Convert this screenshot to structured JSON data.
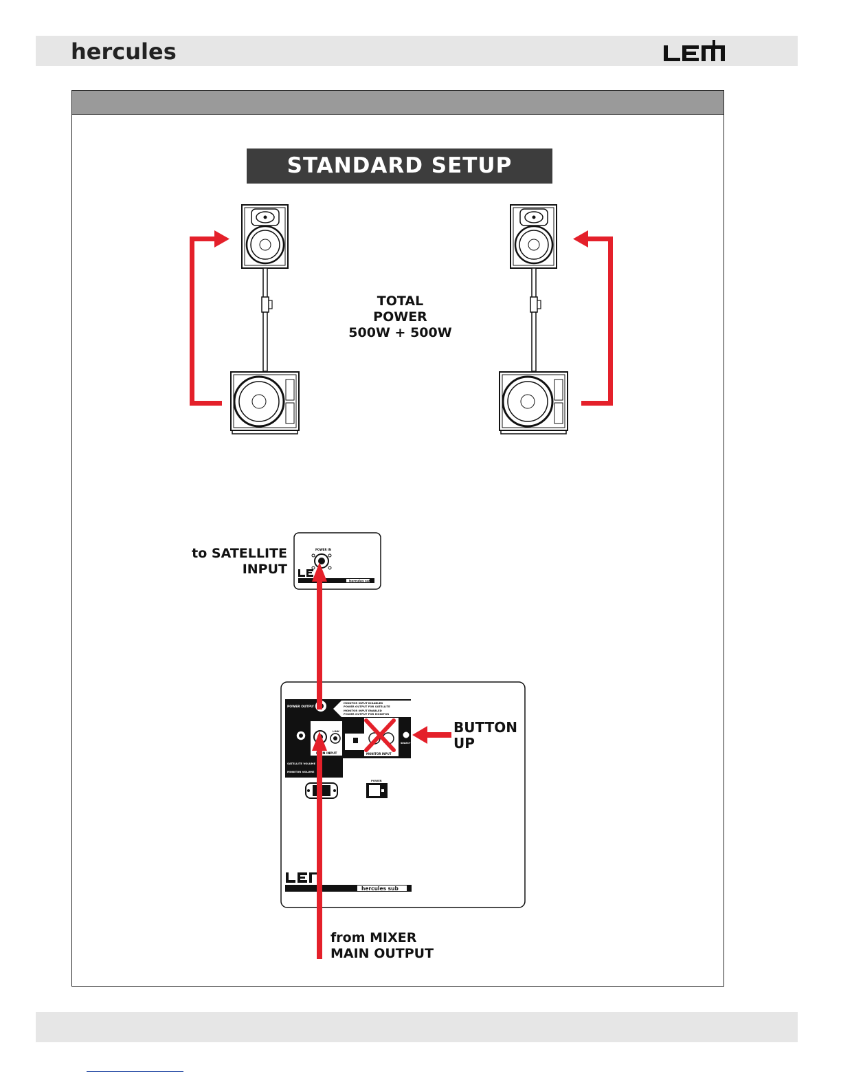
{
  "header": {
    "brand": "hercules",
    "logo": "LEM"
  },
  "section": {
    "title": "STANDARD SETUP"
  },
  "power": {
    "line1": "TOTAL",
    "line2": "POWER",
    "line3": "500W + 500W"
  },
  "satellite_panel": {
    "label_line1": "to SATELLITE",
    "label_line2": "INPUT",
    "jack_label": "POWER IN",
    "model": "hercules sat"
  },
  "sub_panel": {
    "power_output": "POWER OUTPUT",
    "monitor_info_1": "MONITOR INPUT DISABLED",
    "monitor_info_2": "POWER OUTPUT FOR SATELLITE",
    "monitor_info_3": "MONITOR INPUT ENABLED",
    "monitor_info_4": "POWER OUTPUT FOR MONITOR",
    "main_input": "MAIN INPUT",
    "link": "LINK",
    "monitor_input": "MONITOR INPUT",
    "select": "SELECT",
    "satellite_volume": "SATELLITE VOLUME",
    "monitor_volume": "MONITOR VOLUME",
    "power": "POWER",
    "model": "hercules sub"
  },
  "button_up": {
    "line1": "BUTTON",
    "line2": "UP"
  },
  "mixer": {
    "line1": "from MIXER",
    "line2": "MAIN OUTPUT"
  },
  "colors": {
    "arrow": "#e4202a",
    "title_bg": "#3d3d3d",
    "band": "#e6e6e6",
    "panel_bar": "#9a9a9a"
  }
}
